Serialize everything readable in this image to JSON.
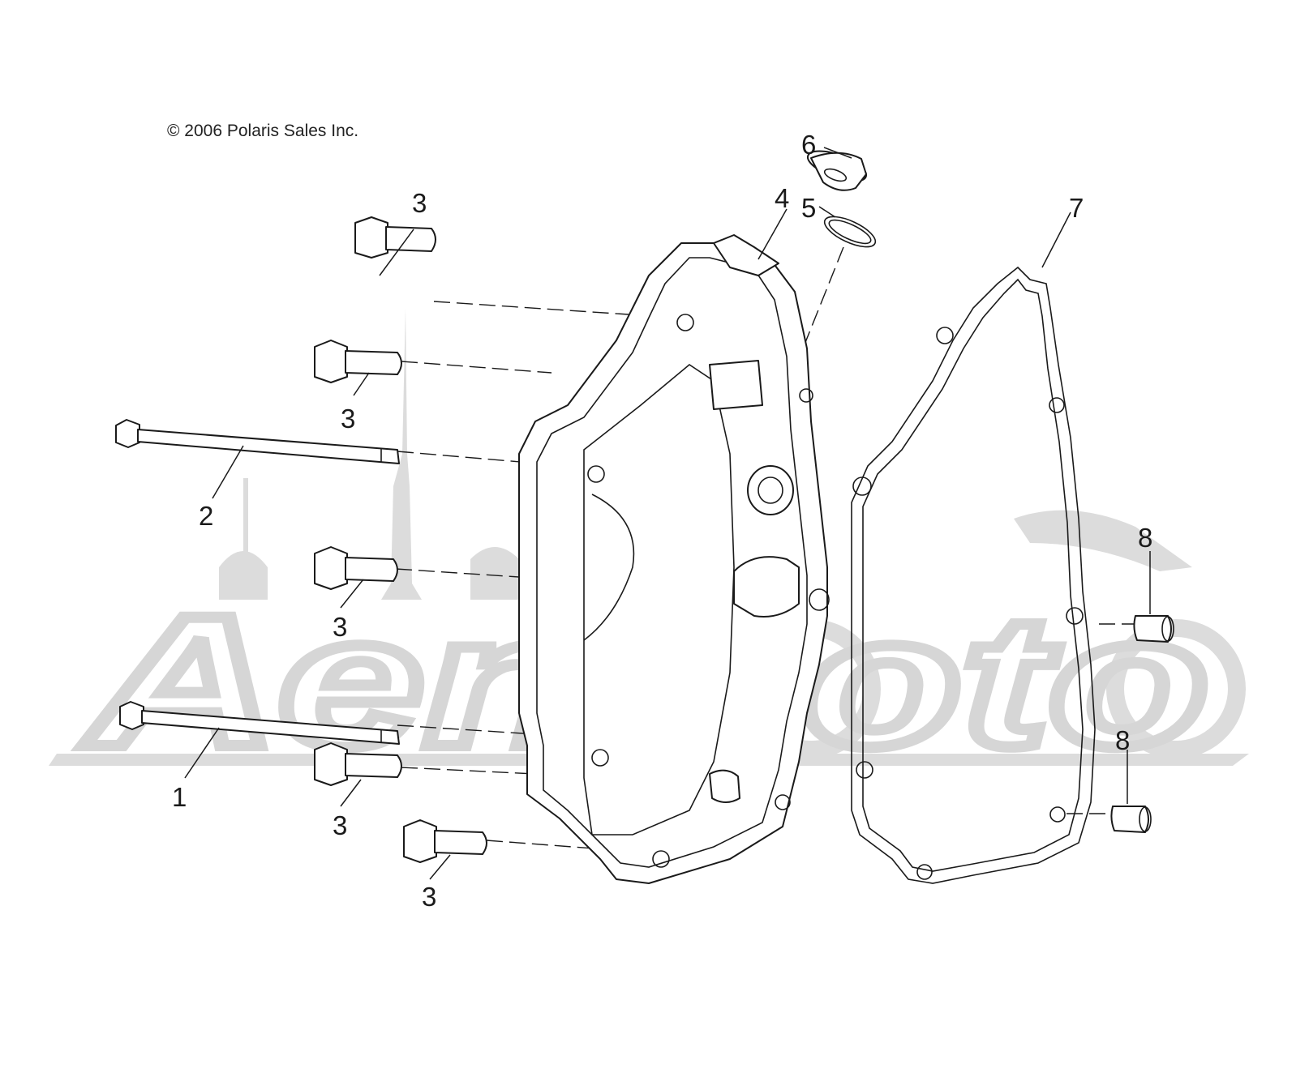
{
  "copyright": "© 2006 Polaris Sales Inc.",
  "watermark": {
    "text": "AenMoto",
    "color": "#d9d9d9"
  },
  "callouts": [
    {
      "id": "callout-6",
      "label": "6"
    },
    {
      "id": "callout-5",
      "label": "5"
    },
    {
      "id": "callout-4",
      "label": "4"
    },
    {
      "id": "callout-7",
      "label": "7"
    },
    {
      "id": "callout-3-a",
      "label": "3"
    },
    {
      "id": "callout-3-b",
      "label": "3"
    },
    {
      "id": "callout-2",
      "label": "2"
    },
    {
      "id": "callout-3-c",
      "label": "3"
    },
    {
      "id": "callout-8-a",
      "label": "8"
    },
    {
      "id": "callout-1",
      "label": "1"
    },
    {
      "id": "callout-3-d",
      "label": "3"
    },
    {
      "id": "callout-8-b",
      "label": "8"
    },
    {
      "id": "callout-3-e",
      "label": "3"
    }
  ]
}
